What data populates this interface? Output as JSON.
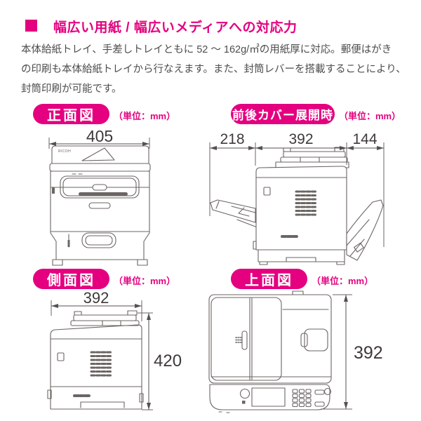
{
  "colors": {
    "accent": "#e4007f",
    "body_text": "#4d4d4d",
    "dimension_text": "#3f3a39",
    "line_art": "#6b6563"
  },
  "header": {
    "title": "幅広い用紙 / 幅広いメディアへの対応力"
  },
  "intro": {
    "line1": "本体給紙トレイ、手差しトレイともに 52 ～ 162g/㎡の用紙厚に対応。郵便はがき",
    "line2": "の印刷も本体給紙トレイから行なえます。また、封筒レバーを搭載することにより、",
    "line3": "封筒印刷が可能です。"
  },
  "sections": {
    "front": {
      "label": "正面図",
      "unit": "（単位：mm）",
      "brand": "RICOH",
      "dims": {
        "width": "405"
      }
    },
    "covers_open": {
      "label": "前後カバー展開時",
      "unit": "（単位：mm）",
      "dims": {
        "front_tray": "218",
        "body": "392",
        "rear_cover": "144"
      }
    },
    "side": {
      "label": "側面図",
      "unit": "（単位：mm）",
      "dims": {
        "depth": "392",
        "height": "420"
      }
    },
    "top": {
      "label": "上面図",
      "unit": "（単位：mm）",
      "dims": {
        "depth": "392"
      }
    }
  }
}
